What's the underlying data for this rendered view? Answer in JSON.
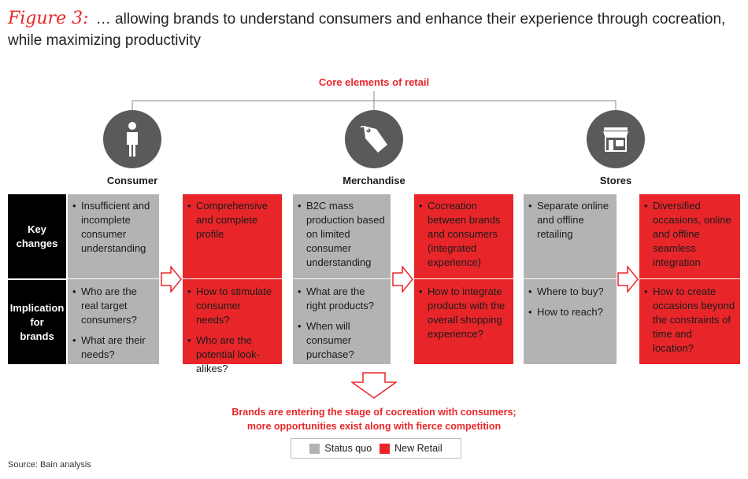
{
  "title": {
    "figure_label": "Figure 3:",
    "text": "… allowing brands to understand consumers and enhance their experience through cocreation, while maximizing productivity"
  },
  "core_label": "Core elements of retail",
  "columns": [
    {
      "label": "Consumer",
      "icon": "person-icon"
    },
    {
      "label": "Merchandise",
      "icon": "price-tag-icon"
    },
    {
      "label": "Stores",
      "icon": "storefront-icon"
    }
  ],
  "row_headers": [
    "Key\nchanges",
    "Implication\nfor\nbrands"
  ],
  "cells": {
    "consumer": {
      "status_quo_key": [
        "Insufficient and incomplete consumer understanding"
      ],
      "new_retail_key": [
        "Comprehensive and complete profile"
      ],
      "status_quo_impl": [
        "Who are the real target consumers?",
        "What are their needs?"
      ],
      "new_retail_impl": [
        "How to stimulate consumer needs?",
        "Who are the potential look-alikes?"
      ]
    },
    "merchandise": {
      "status_quo_key": [
        "B2C mass production based on limited consumer understanding"
      ],
      "new_retail_key": [
        "Cocreation between brands and consumers (integrated experience)"
      ],
      "status_quo_impl": [
        "What are the right products?",
        "When will consumer purchase?"
      ],
      "new_retail_impl": [
        "How to integrate products with the overall shopping experience?"
      ]
    },
    "stores": {
      "status_quo_key": [
        "Separate online and offline retailing"
      ],
      "new_retail_key": [
        "Diversified occasions, online and offline seamless integration"
      ],
      "status_quo_impl": [
        "Where to buy?",
        "How to reach?"
      ],
      "new_retail_impl": [
        "How to create occasions beyond the constraints of time and location?"
      ]
    }
  },
  "conclusion": [
    "Brands are entering the stage of cocreation with consumers;",
    "more opportunities exist along with fierce competition"
  ],
  "legend": {
    "status_quo": "Status quo",
    "new_retail": "New Retail"
  },
  "colors": {
    "accent_red": "#e8262a",
    "status_gray": "#b3b3b3",
    "icon_gray": "#5a5a5a",
    "header_black": "#000000"
  },
  "source": "Source: Bain analysis"
}
